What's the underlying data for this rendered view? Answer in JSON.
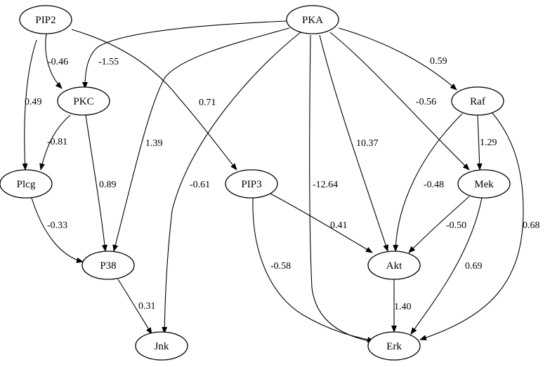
{
  "nodes": {
    "pip2": "PIP2",
    "pka": "PKA",
    "pkc": "PKC",
    "raf": "Raf",
    "plcg": "Plcg",
    "pip3": "PIP3",
    "mek": "Mek",
    "p38": "P38",
    "akt": "Akt",
    "jnk": "Jnk",
    "erk": "Erk"
  },
  "edges": {
    "pip2_pkc": "-0.46",
    "pka_pkc": "-1.55",
    "pip2_plcg": "0.49",
    "pip2_pip3": "0.71",
    "pka_raf": "0.59",
    "pkc_plcg": "-0.81",
    "pka_p38": "1.39",
    "pka_mek": "-0.56",
    "pka_akt": "10.37",
    "raf_mek": "1.29",
    "pka_jnk": "-0.61",
    "pka_erk": "-12.64",
    "pkc_p38": "0.89",
    "raf_akt": "-0.48",
    "raf_erk": "0.68",
    "plcg_p38": "-0.33",
    "pip3_akt": "0.41",
    "mek_akt": "-0.50",
    "pip3_erk": "-0.58",
    "mek_erk": "0.69",
    "p38_jnk": "0.31",
    "akt_erk": "1.40"
  },
  "colors": {
    "stroke": "#000000",
    "fill": "#ffffff"
  }
}
